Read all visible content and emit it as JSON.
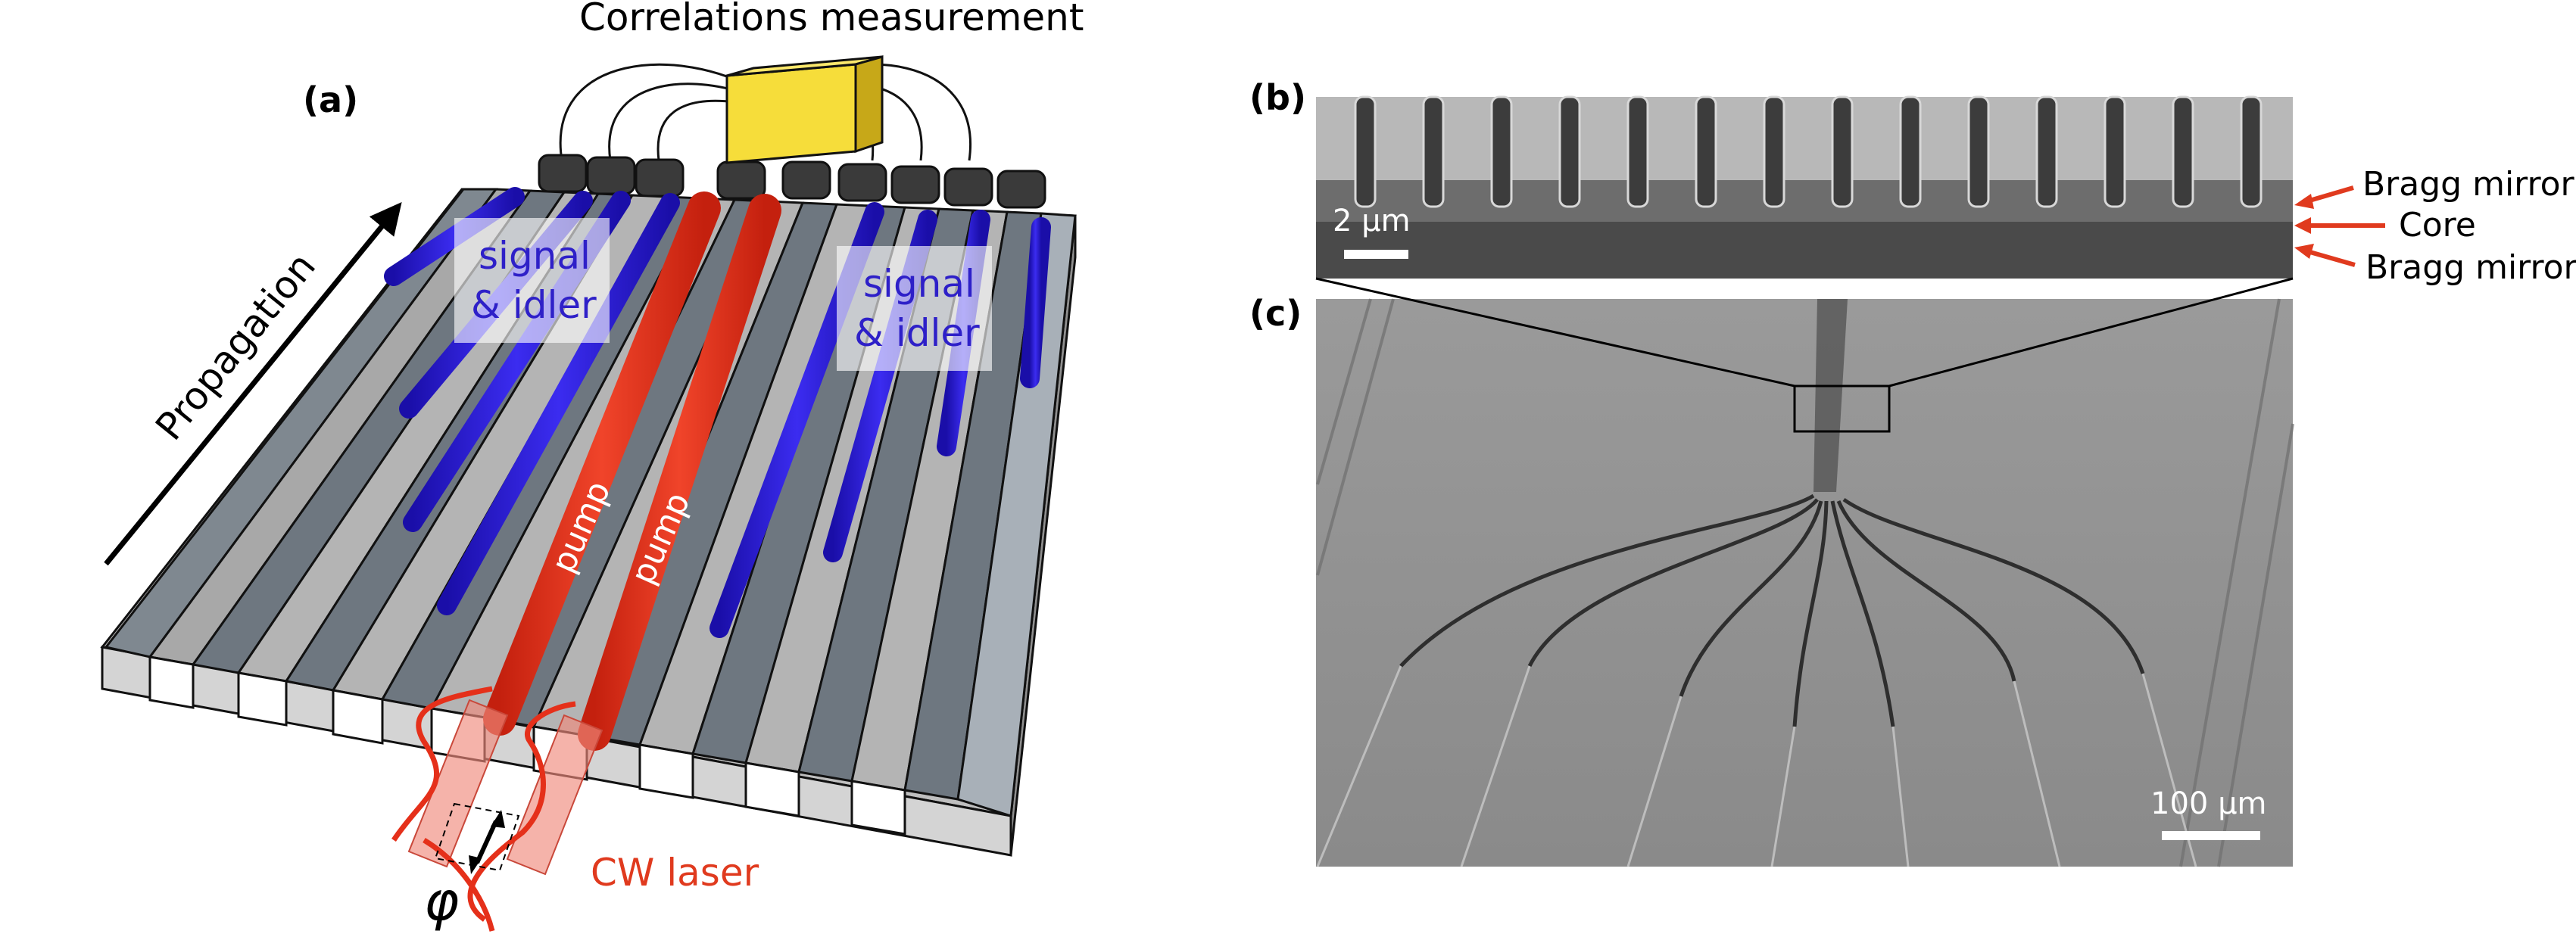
{
  "panel_a": {
    "label": "(a)",
    "title": "Correlations measurement",
    "propagation": "Propagation",
    "signal_idler_left": [
      "signal",
      "& idler"
    ],
    "signal_idler_right": [
      "signal",
      "& idler"
    ],
    "pump_1": "pump",
    "pump_2": "pump",
    "laser": "CW laser",
    "phase_symbol": "φ"
  },
  "panel_b": {
    "label": "(b)",
    "scale": "2 µm",
    "layers": [
      "Bragg mirror",
      "Core",
      "Bragg mirror"
    ]
  },
  "panel_c": {
    "label": "(c)",
    "scale": "100 µm"
  },
  "colors": {
    "pump": "#e5301a",
    "signal": "#2a1ad6",
    "box": "#f6dd3a",
    "annotation_red": "#e03a1e"
  }
}
